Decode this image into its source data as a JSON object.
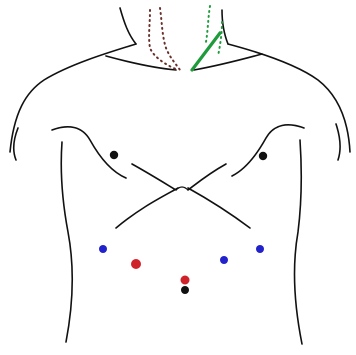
{
  "diagram": {
    "background": "#ffffff",
    "colors": {
      "outline": "#111111",
      "catheter_line": "#1e9b3a",
      "dotted_brown": "#6b2f2a",
      "dotted_green": "#1e9b3a",
      "blue_marker": "#2222cc",
      "red_marker": "#d0222a",
      "nipple": "#111111",
      "navel": "#111111"
    },
    "icons": [
      "torso-outline",
      "neck-vein-path",
      "catheter-line",
      "trocar-port-marker",
      "nipple-marker",
      "navel-marker"
    ]
  }
}
